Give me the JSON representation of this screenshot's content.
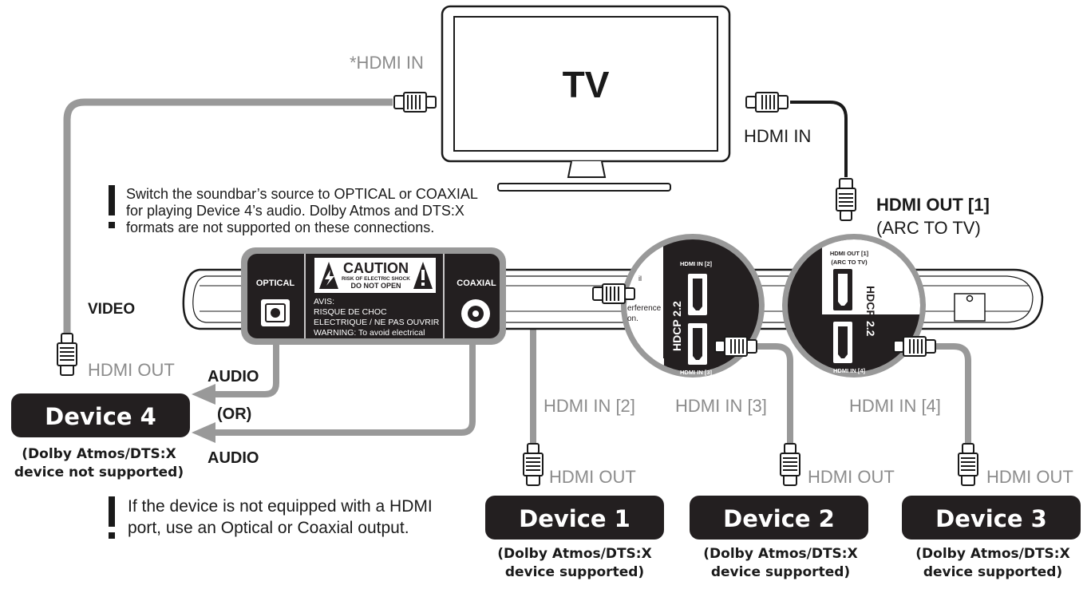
{
  "tv": {
    "label": "TV",
    "hdmi_in_left_label": "*HDMI IN",
    "hdmi_in_right_label": "HDMI IN"
  },
  "soundbar": {
    "hdmi_out_label": "HDMI OUT [1]",
    "hdmi_out_sub_label": "(ARC TO TV)",
    "optical_label": "OPTICAL",
    "coaxial_label": "COAXIAL",
    "caution_title": "CAUTION",
    "caution_line1": "RISK OF ELECTRIC SHOCK",
    "caution_line2": "DO NOT OPEN",
    "avis_line1": "AVIS:",
    "avis_line2": "RISQUE DE CHOC",
    "avis_line3": "ELECTRIQUE / NE PAS OUVRIR",
    "warning_line": "WARNING: To avoid electrical",
    "partial_text_1": "erference",
    "partial_text_2": "on.",
    "port_hdmi_in_2": "HDMI IN [2]",
    "port_hdmi_in_3": "HDMI IN [3]",
    "port_hdmi_out_1": "HDMI OUT [1]",
    "port_arc": "(ARC TO TV)",
    "port_hdmi_in_4": "HDMI IN [4]",
    "hdcp_label": "HDCP 2.2"
  },
  "notes": {
    "top_line1": "Switch the soundbar’s source to OPTICAL or COAXIAL",
    "top_line2": "for playing Device 4’s audio. Dolby Atmos and DTS:X",
    "top_line3": "formats are not supported on these connections.",
    "bottom_line1": "If the device is not equipped with a HDMI",
    "bottom_line2": "port, use an Optical or Coaxial output."
  },
  "connections": {
    "video_label": "VIDEO",
    "audio_label_1": "AUDIO",
    "or_label": "(OR)",
    "audio_label_2": "AUDIO",
    "hdmi_in_2": "HDMI IN [2]",
    "hdmi_in_3": "HDMI IN [3]",
    "hdmi_in_4": "HDMI IN [4]",
    "hdmi_out": "HDMI OUT"
  },
  "devices": [
    {
      "name": "Device 4",
      "note_line1": "(Dolby Atmos/DTS:X",
      "note_line2": "device not supported)"
    },
    {
      "name": "Device 1",
      "note_line1": "(Dolby Atmos/DTS:X",
      "note_line2": "device supported)"
    },
    {
      "name": "Device 2",
      "note_line1": "(Dolby Atmos/DTS:X",
      "note_line2": "device supported)"
    },
    {
      "name": "Device 3",
      "note_line1": "(Dolby Atmos/DTS:X",
      "note_line2": "device supported)"
    }
  ],
  "colors": {
    "cable_gray": "#999999",
    "cable_black": "#1a1a1a",
    "device_fill": "#231f20",
    "label_gray": "#8c8c8c"
  }
}
